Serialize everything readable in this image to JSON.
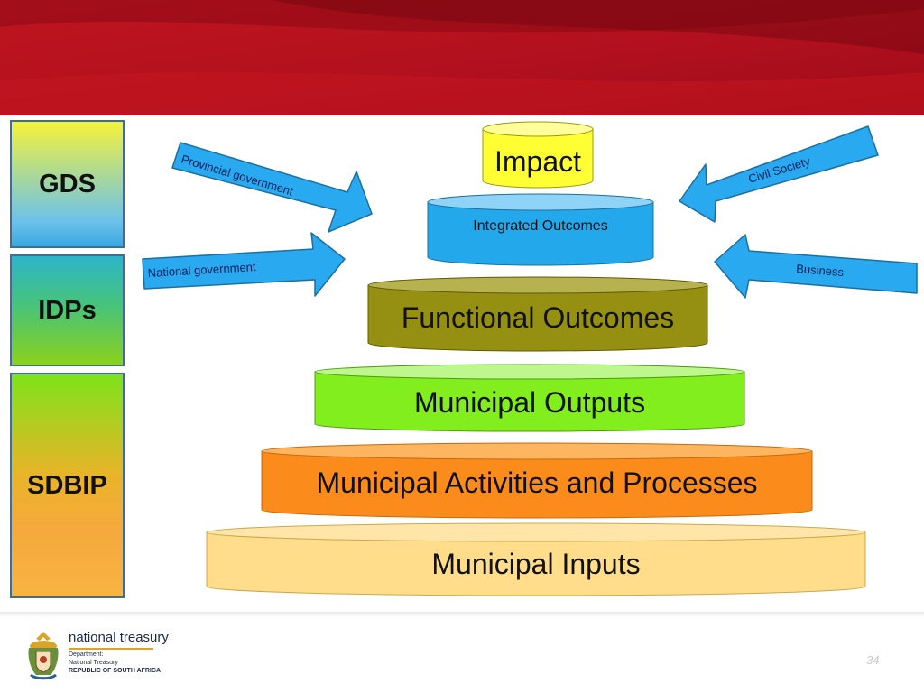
{
  "side_labels": {
    "gds": "GDS",
    "idps": "IDPs",
    "sdbip": "SDBIP"
  },
  "layers": {
    "impact": "Impact",
    "integrated": "Integrated Outcomes",
    "functional": "Functional Outcomes",
    "outputs": "Municipal Outputs",
    "activities": "Municipal Activities and Processes",
    "inputs": "Municipal Inputs"
  },
  "arrows": {
    "provincial": "Provincial government",
    "national": "National government",
    "civil": "Civil Society",
    "business": "Business"
  },
  "footer": {
    "name": "national treasury",
    "dept": "Department:",
    "nt": "National Treasury",
    "country": "REPUBLIC OF SOUTH AFRICA",
    "page": "34"
  },
  "colors": {
    "banner": "#b0101e",
    "impact": "#ffff33",
    "integrated": "#23a8ec",
    "functional": "#959012",
    "outputs": "#82ee1e",
    "activities": "#fb8c1c",
    "inputs": "#ffdd8a",
    "arrow": "#29a9ef"
  }
}
